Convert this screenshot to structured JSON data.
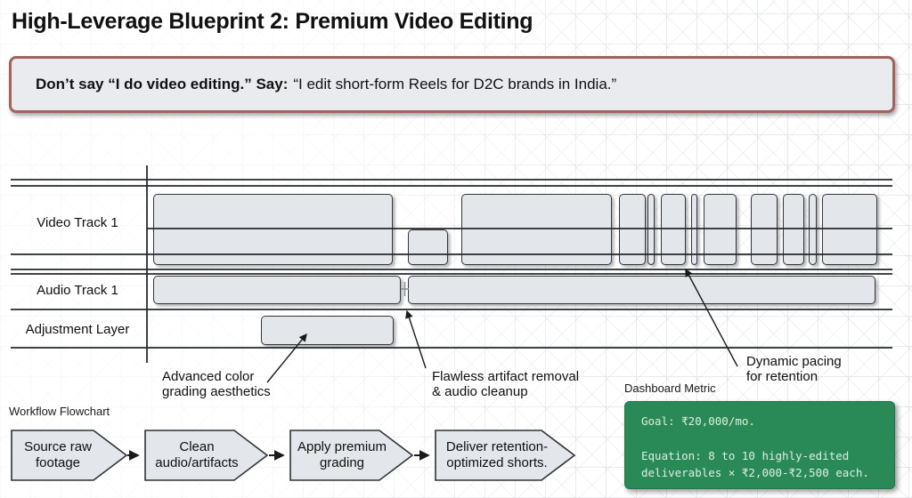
{
  "title": "High-Leverage Blueprint 2: Premium Video Editing",
  "callout": {
    "bold": "Don’t say “I do video editing.” Say:",
    "regular": "“I edit short-form Reels for D2C brands in India.”"
  },
  "timeline": {
    "tracks": [
      {
        "label": "Video Track 1"
      },
      {
        "label": "Audio Track 1"
      },
      {
        "label": "Adjustment Layer"
      }
    ],
    "video_clips": [
      [
        172,
        218,
        269,
        80
      ],
      [
        458,
        258,
        45,
        40
      ],
      [
        518,
        218,
        169,
        80
      ],
      [
        695,
        218,
        30,
        80
      ],
      [
        727,
        218,
        8,
        80
      ],
      [
        742,
        218,
        28,
        80
      ],
      [
        776,
        218,
        7,
        80
      ],
      [
        790,
        218,
        37,
        80
      ],
      [
        843,
        218,
        30,
        80
      ],
      [
        879,
        218,
        24,
        80
      ],
      [
        908,
        218,
        9,
        80
      ],
      [
        923,
        218,
        62,
        80
      ]
    ],
    "audio_clips": [
      [
        172,
        310,
        278,
        32
      ],
      [
        458,
        310,
        525,
        32
      ]
    ],
    "adjustment_clips": [
      [
        293,
        355,
        149,
        33
      ]
    ]
  },
  "annotations": [
    {
      "id": "color-grading",
      "lines": [
        "Advanced color",
        "grading aesthetics"
      ]
    },
    {
      "id": "artifact-removal",
      "lines": [
        "Flawless artifact removal",
        "& audio cleanup"
      ]
    },
    {
      "id": "dynamic-pacing",
      "lines": [
        "Dynamic pacing",
        "for retention"
      ]
    }
  ],
  "dashboard": {
    "label": "Dashboard Metric",
    "goal": "Goal: ₹20,000/mo.",
    "equation_line1": "Equation: 8 to 10 highly-edited",
    "equation_line2": "deliverables × ₹2,000-₹2,500 each."
  },
  "flowchart": {
    "label": "Workflow Flowchart",
    "steps": [
      {
        "lines": [
          "Source raw",
          "footage"
        ]
      },
      {
        "lines": [
          "Clean",
          "audio/artifacts"
        ]
      },
      {
        "lines": [
          "Apply premium",
          "grading"
        ]
      },
      {
        "lines": [
          "Deliver retention-",
          "optimized shorts."
        ]
      }
    ]
  },
  "colors": {
    "callout_border": "#a2635f",
    "metric_bg": "#2a8a57",
    "metric_text": "#dcefe3",
    "clip_fill": "#e3e6ea",
    "line": "#26292c"
  }
}
